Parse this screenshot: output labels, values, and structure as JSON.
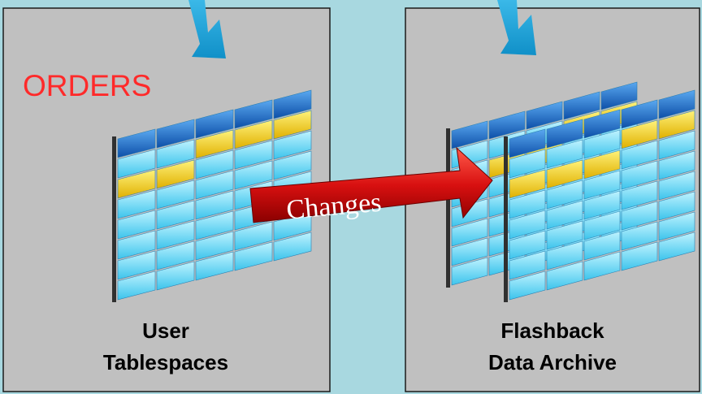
{
  "colors": {
    "background": "#a8d8e0",
    "panel_fill": "#c0c0c0",
    "panel_border": "#1a1a1a",
    "arrow_blue": "#1aa0d8",
    "orders_label": "#ff2a2a",
    "changes_arrow": "#d01010",
    "header_cell": "#1f6fc8",
    "body_cell": "#7fe0f8",
    "highlight_cell": "#f5d020"
  },
  "left_panel": {
    "table_label": "ORDERS",
    "caption_line1": "User",
    "caption_line2": "Tablespaces"
  },
  "right_panel": {
    "caption_line1": "Flashback",
    "caption_line2": "Data Archive"
  },
  "flow_arrow": {
    "label": "Changes"
  },
  "icons": {
    "left_incoming": "down-arrow-icon",
    "right_incoming": "down-arrow-icon",
    "table": "table-grid-icon"
  }
}
